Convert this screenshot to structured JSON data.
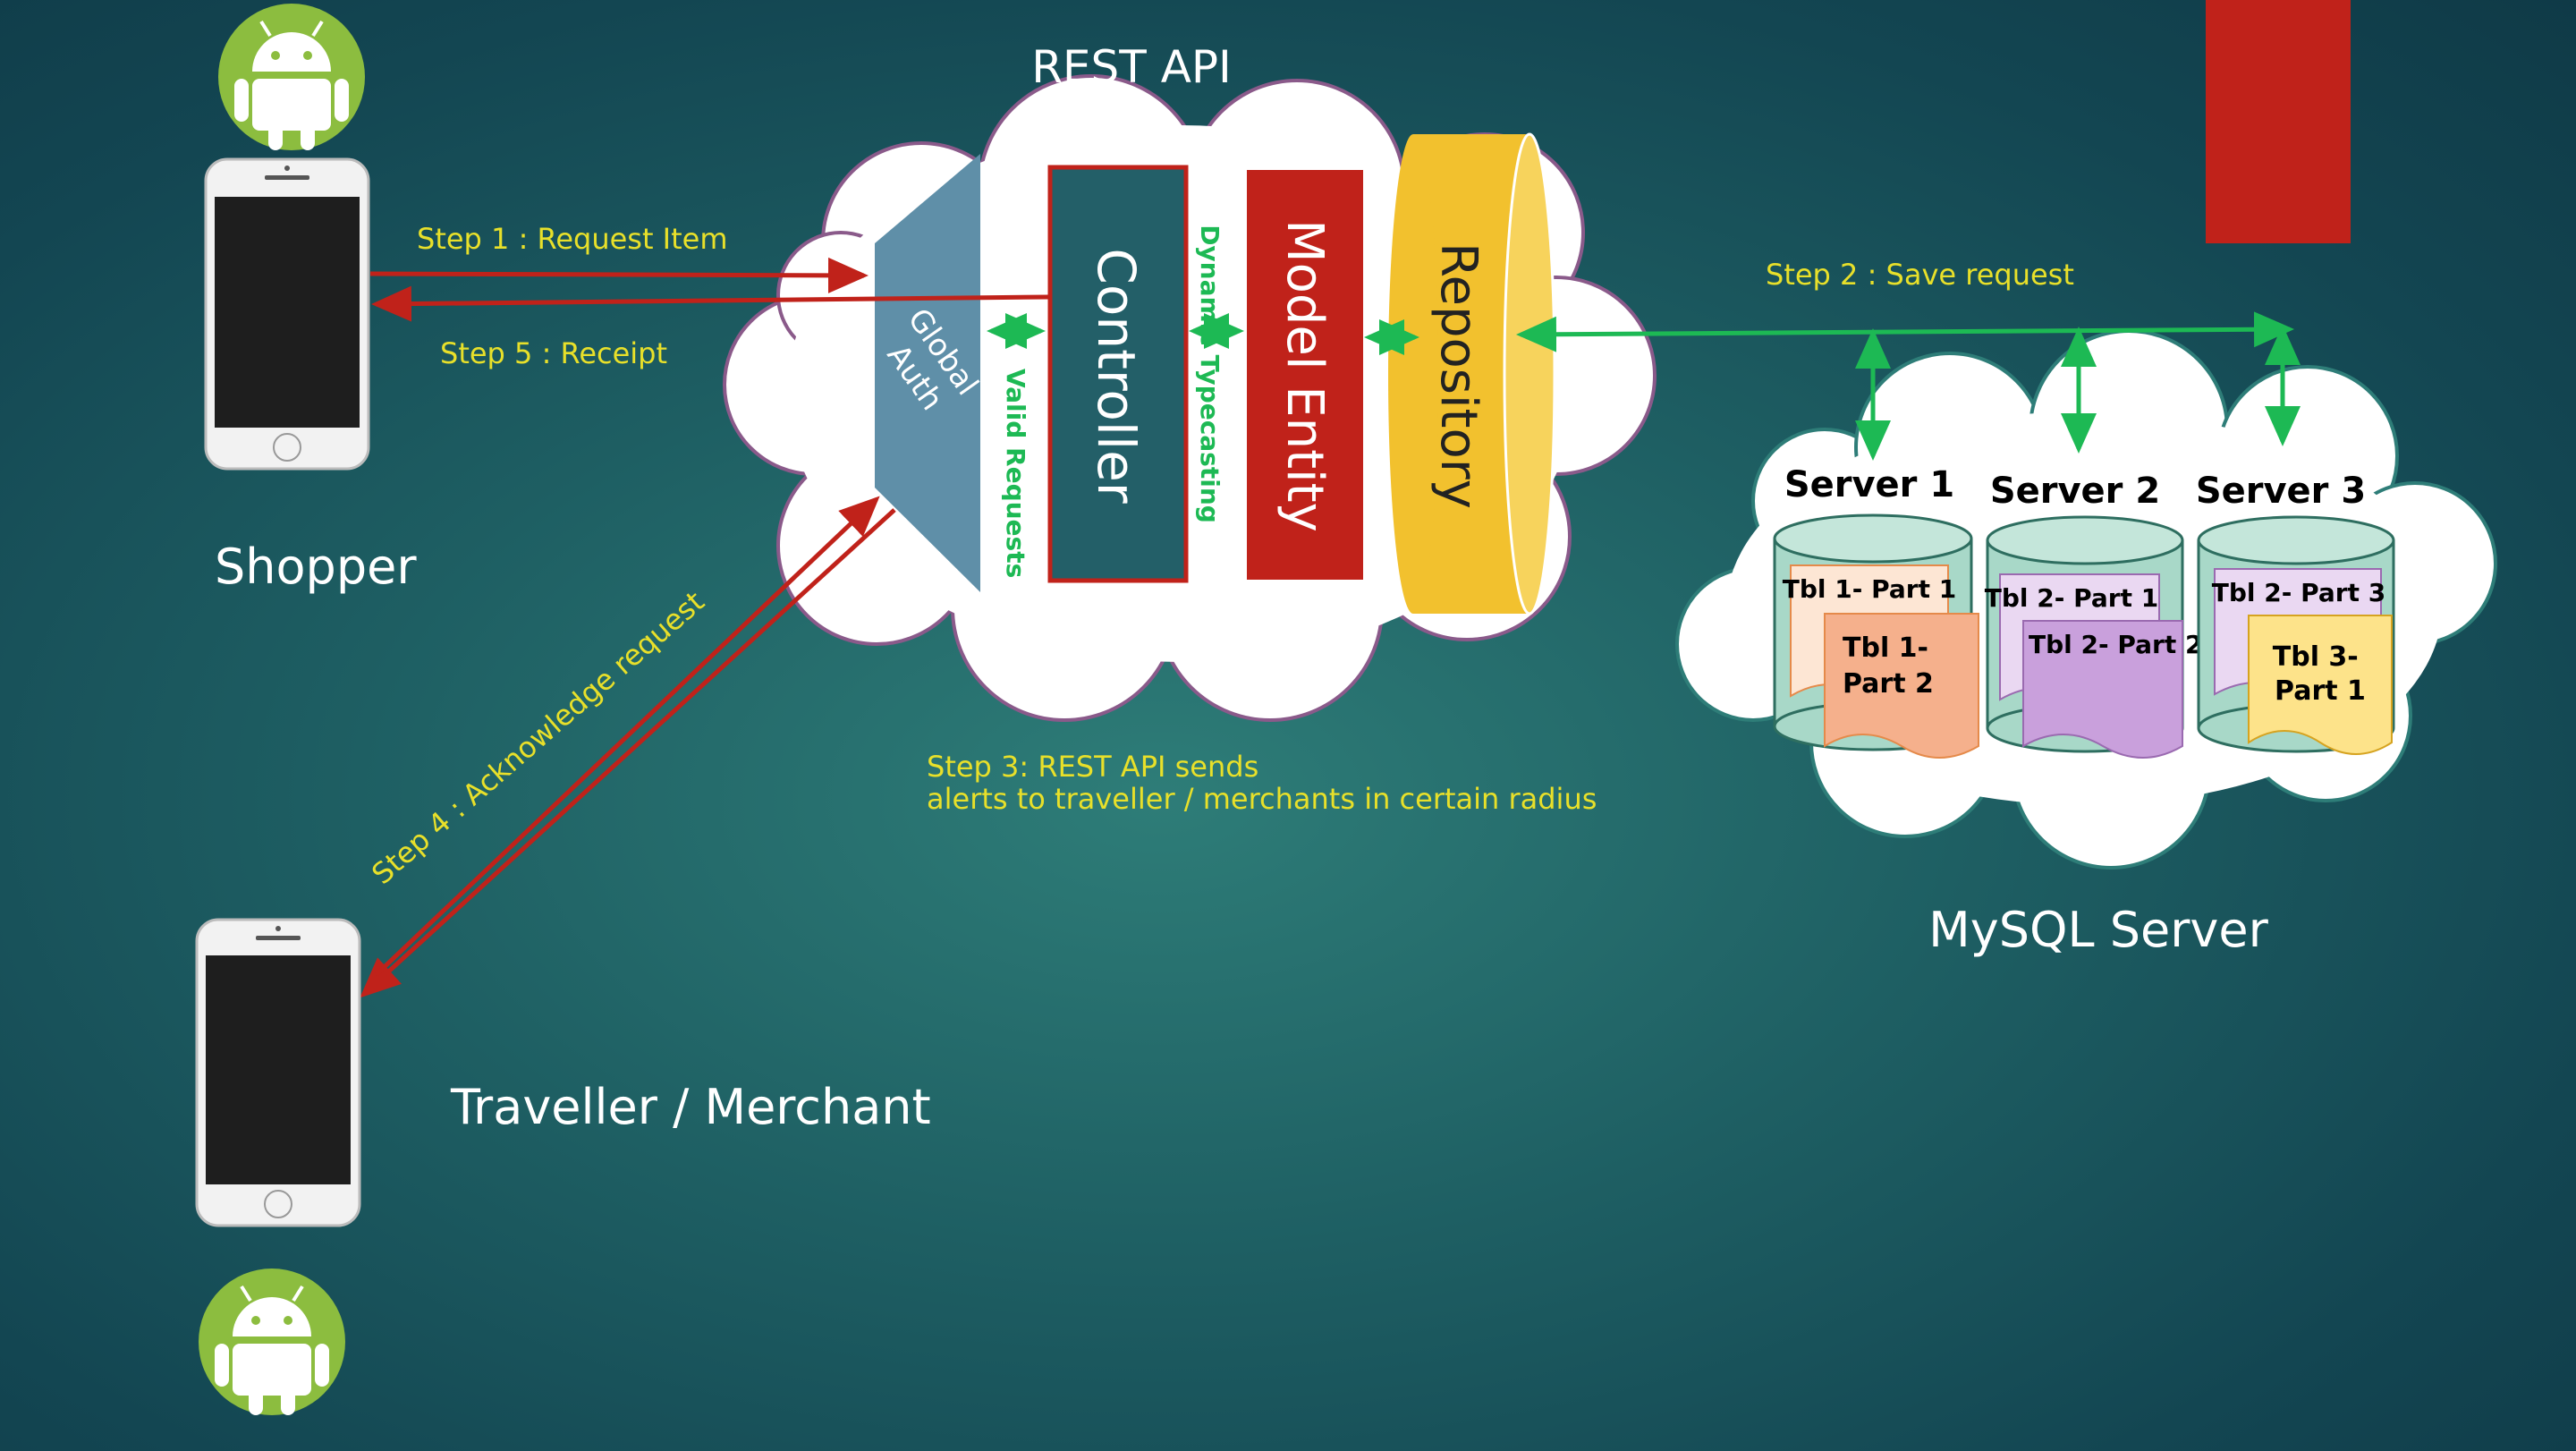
{
  "rest_api": {
    "title": "REST API",
    "global_auth": "Global Auth",
    "global_auth_line1": "Global",
    "global_auth_line2": "Auth",
    "valid_requests": "Valid Requests",
    "controller": "Controller",
    "dynamic_typecasting": "Dynamic Typecasting",
    "model_entity": "Model Entity",
    "repository": "Repository"
  },
  "shopper": {
    "label": "Shopper",
    "os_icon": "android-icon",
    "device_icon": "smartphone-icon"
  },
  "traveller": {
    "label": "Traveller / Merchant",
    "os_icon": "android-icon",
    "device_icon": "smartphone-icon"
  },
  "steps": {
    "step1": "Step 1 : Request Item",
    "step2": "Step 2 : Save request",
    "step3_line1": "Step 3: REST API sends",
    "step3_line2": "alerts to traveller / merchants in certain radius",
    "step4": "Step 4 : Acknowledge request",
    "step5": "Step 5 : Receipt"
  },
  "mysql": {
    "label": "MySQL Server",
    "servers": [
      {
        "name": "Server 1",
        "back_table": "Tbl 1- Part 1",
        "front_table_line1": "Tbl 1-",
        "front_table_line2": "Part 2"
      },
      {
        "name": "Server 2",
        "back_table": "Tbl 2- Part 1",
        "front_table_line1": "Tbl 2- Part 2",
        "front_table_line2": ""
      },
      {
        "name": "Server 3",
        "back_table": "Tbl 2- Part 3",
        "front_table_line1": "Tbl 3-",
        "front_table_line2": "Part 1"
      }
    ]
  },
  "colors": {
    "background": "#1e5f63",
    "step_text": "#e8e02a",
    "arrow_red": "#c0221a",
    "arrow_green": "#1db954",
    "controller": "#235f68",
    "model_entity": "#c0221a",
    "repository": "#f2c12e",
    "global_auth": "#5f8fa8",
    "android": "#8cbd3f",
    "db_cylinder": "#a8d8c8",
    "doc_orange": "#f5b08c",
    "doc_purple": "#c9a0dc",
    "doc_yellow": "#fde38a",
    "corner_block": "#c0221a"
  }
}
